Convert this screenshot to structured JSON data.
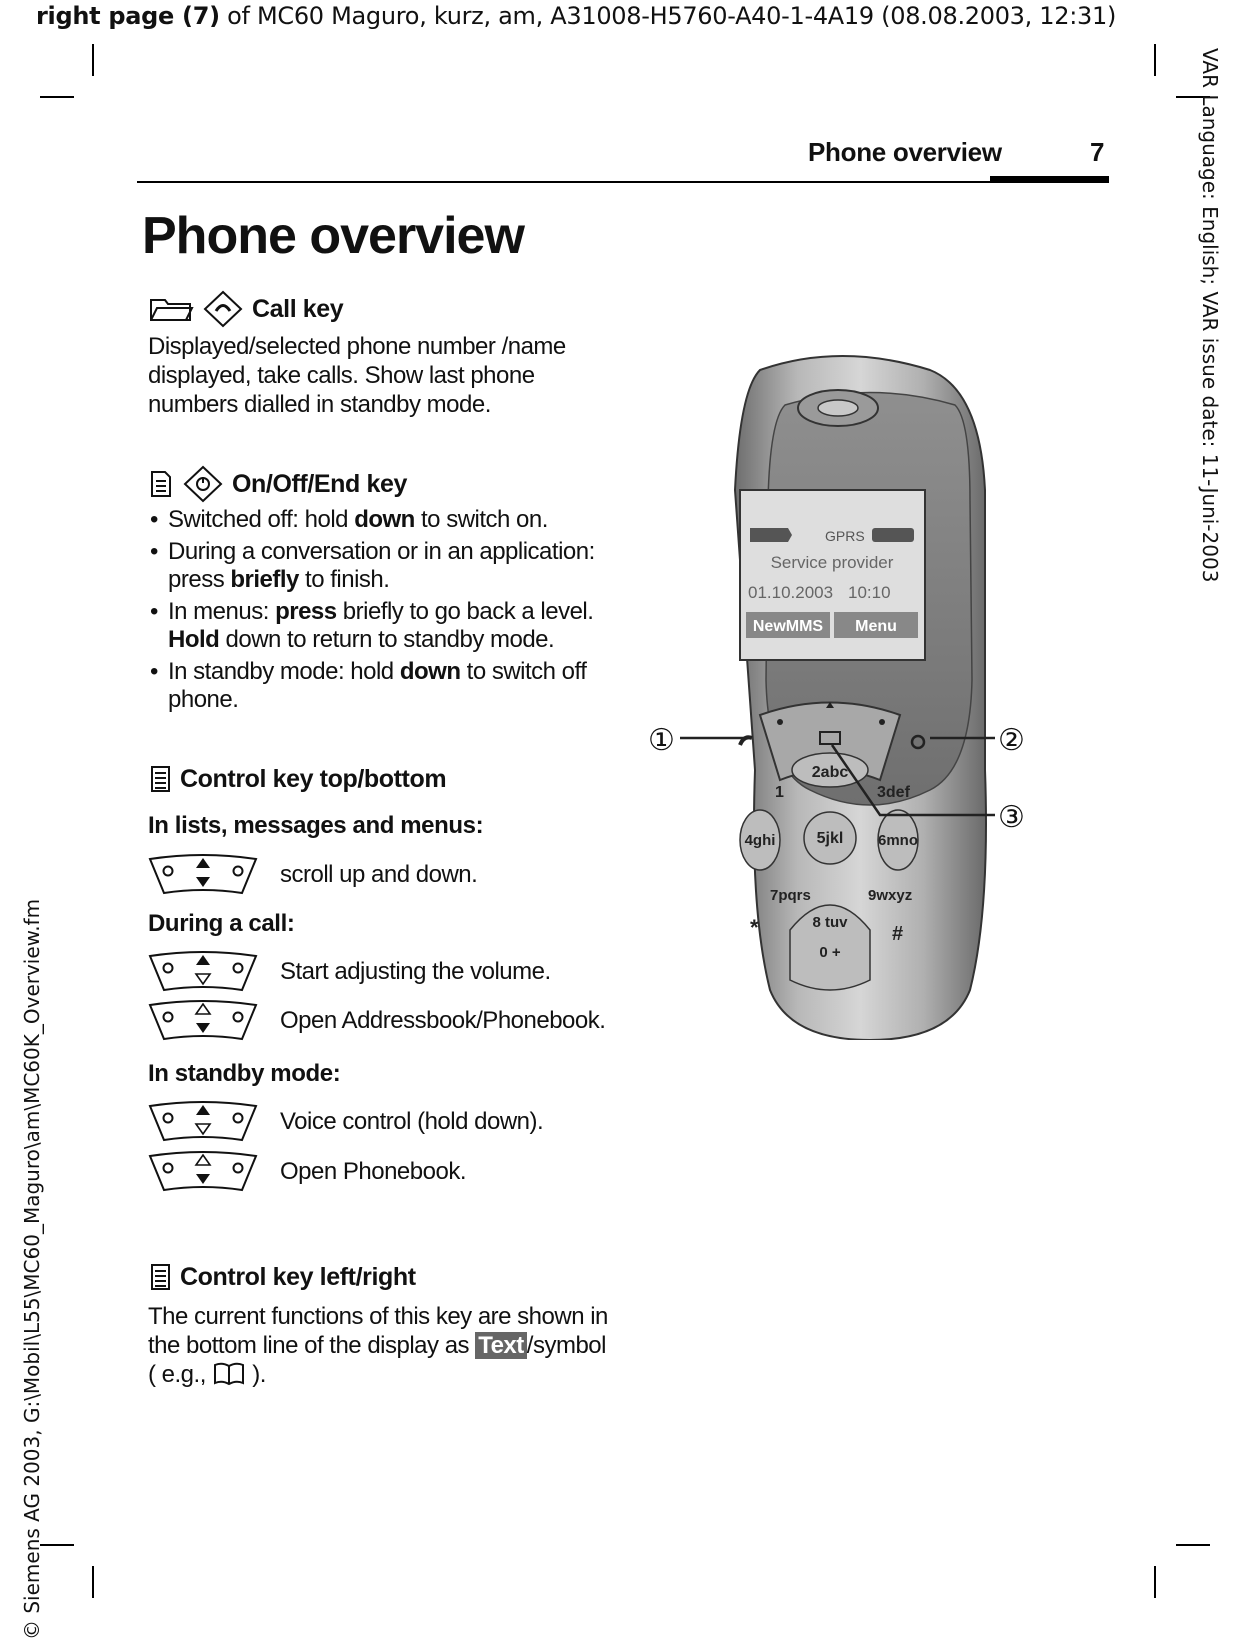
{
  "print_header": {
    "bold": "right page (7)",
    "rest": " of MC60 Maguro, kurz, am, A31008-H5760-A40-1-4A19 (08.08.2003, 12:31)"
  },
  "side_right": "VAR Language: English; VAR issue date: 11-Juni-2003",
  "side_left": "© Siemens AG 2003, G:\\Mobil\\L55\\MC60_Maguro\\am\\MC60K_Overview.fm",
  "running_head": {
    "title": "Phone overview",
    "page": "7"
  },
  "page_title": "Phone overview",
  "sec1": {
    "title": "Call key",
    "body": "Displayed/selected phone number /name displayed, take calls. Show last phone numbers dialled in standby mode."
  },
  "sec2": {
    "title": "On/Off/End key",
    "b1": {
      "a": "Switched off: hold ",
      "bold": "down",
      "b": " to switch on."
    },
    "b2": {
      "a": "During a conversation or in an application: press ",
      "bold": "briefly",
      "b": " to finish."
    },
    "b3": {
      "a": "In menus: ",
      "bold": "press",
      "b": " briefly to go back a level. ",
      "bold2": "Hold",
      "c": " down to return to standby mode."
    },
    "b4": {
      "a": "In standby mode: hold ",
      "bold": "down",
      "b": " to switch off phone."
    }
  },
  "sec3": {
    "title": "Control key top/bottom",
    "lists_heading": "In lists, messages and menus:",
    "lists_item": "scroll up and down.",
    "call_heading": "During a call:",
    "call_item1": "Start adjusting the volume.",
    "call_item2": "Open Addressbook/Phonebook.",
    "standby_heading": "In standby mode:",
    "standby_item1": "Voice control (hold down).",
    "standby_item2": "Open Phonebook."
  },
  "sec4": {
    "title": "Control key left/right",
    "body_a": "The current functions of this key are shown in the bottom line of the display as ",
    "body_inv": "Text",
    "body_b": "/symbol ( e.g., ",
    "body_c": " )."
  },
  "phone": {
    "gprs": "GPRS",
    "provider": "Service provider",
    "date": "01.10.2003",
    "time": "10:10",
    "soft_left": "NewMMS",
    "soft_right": "Menu",
    "keys": [
      "1",
      "2abc",
      "3def",
      "4ghi",
      "5jkl",
      "6mno",
      "7pqrs",
      "8 tuv",
      "9wxyz",
      "0 +"
    ],
    "callouts": [
      "①",
      "②",
      "③"
    ]
  }
}
